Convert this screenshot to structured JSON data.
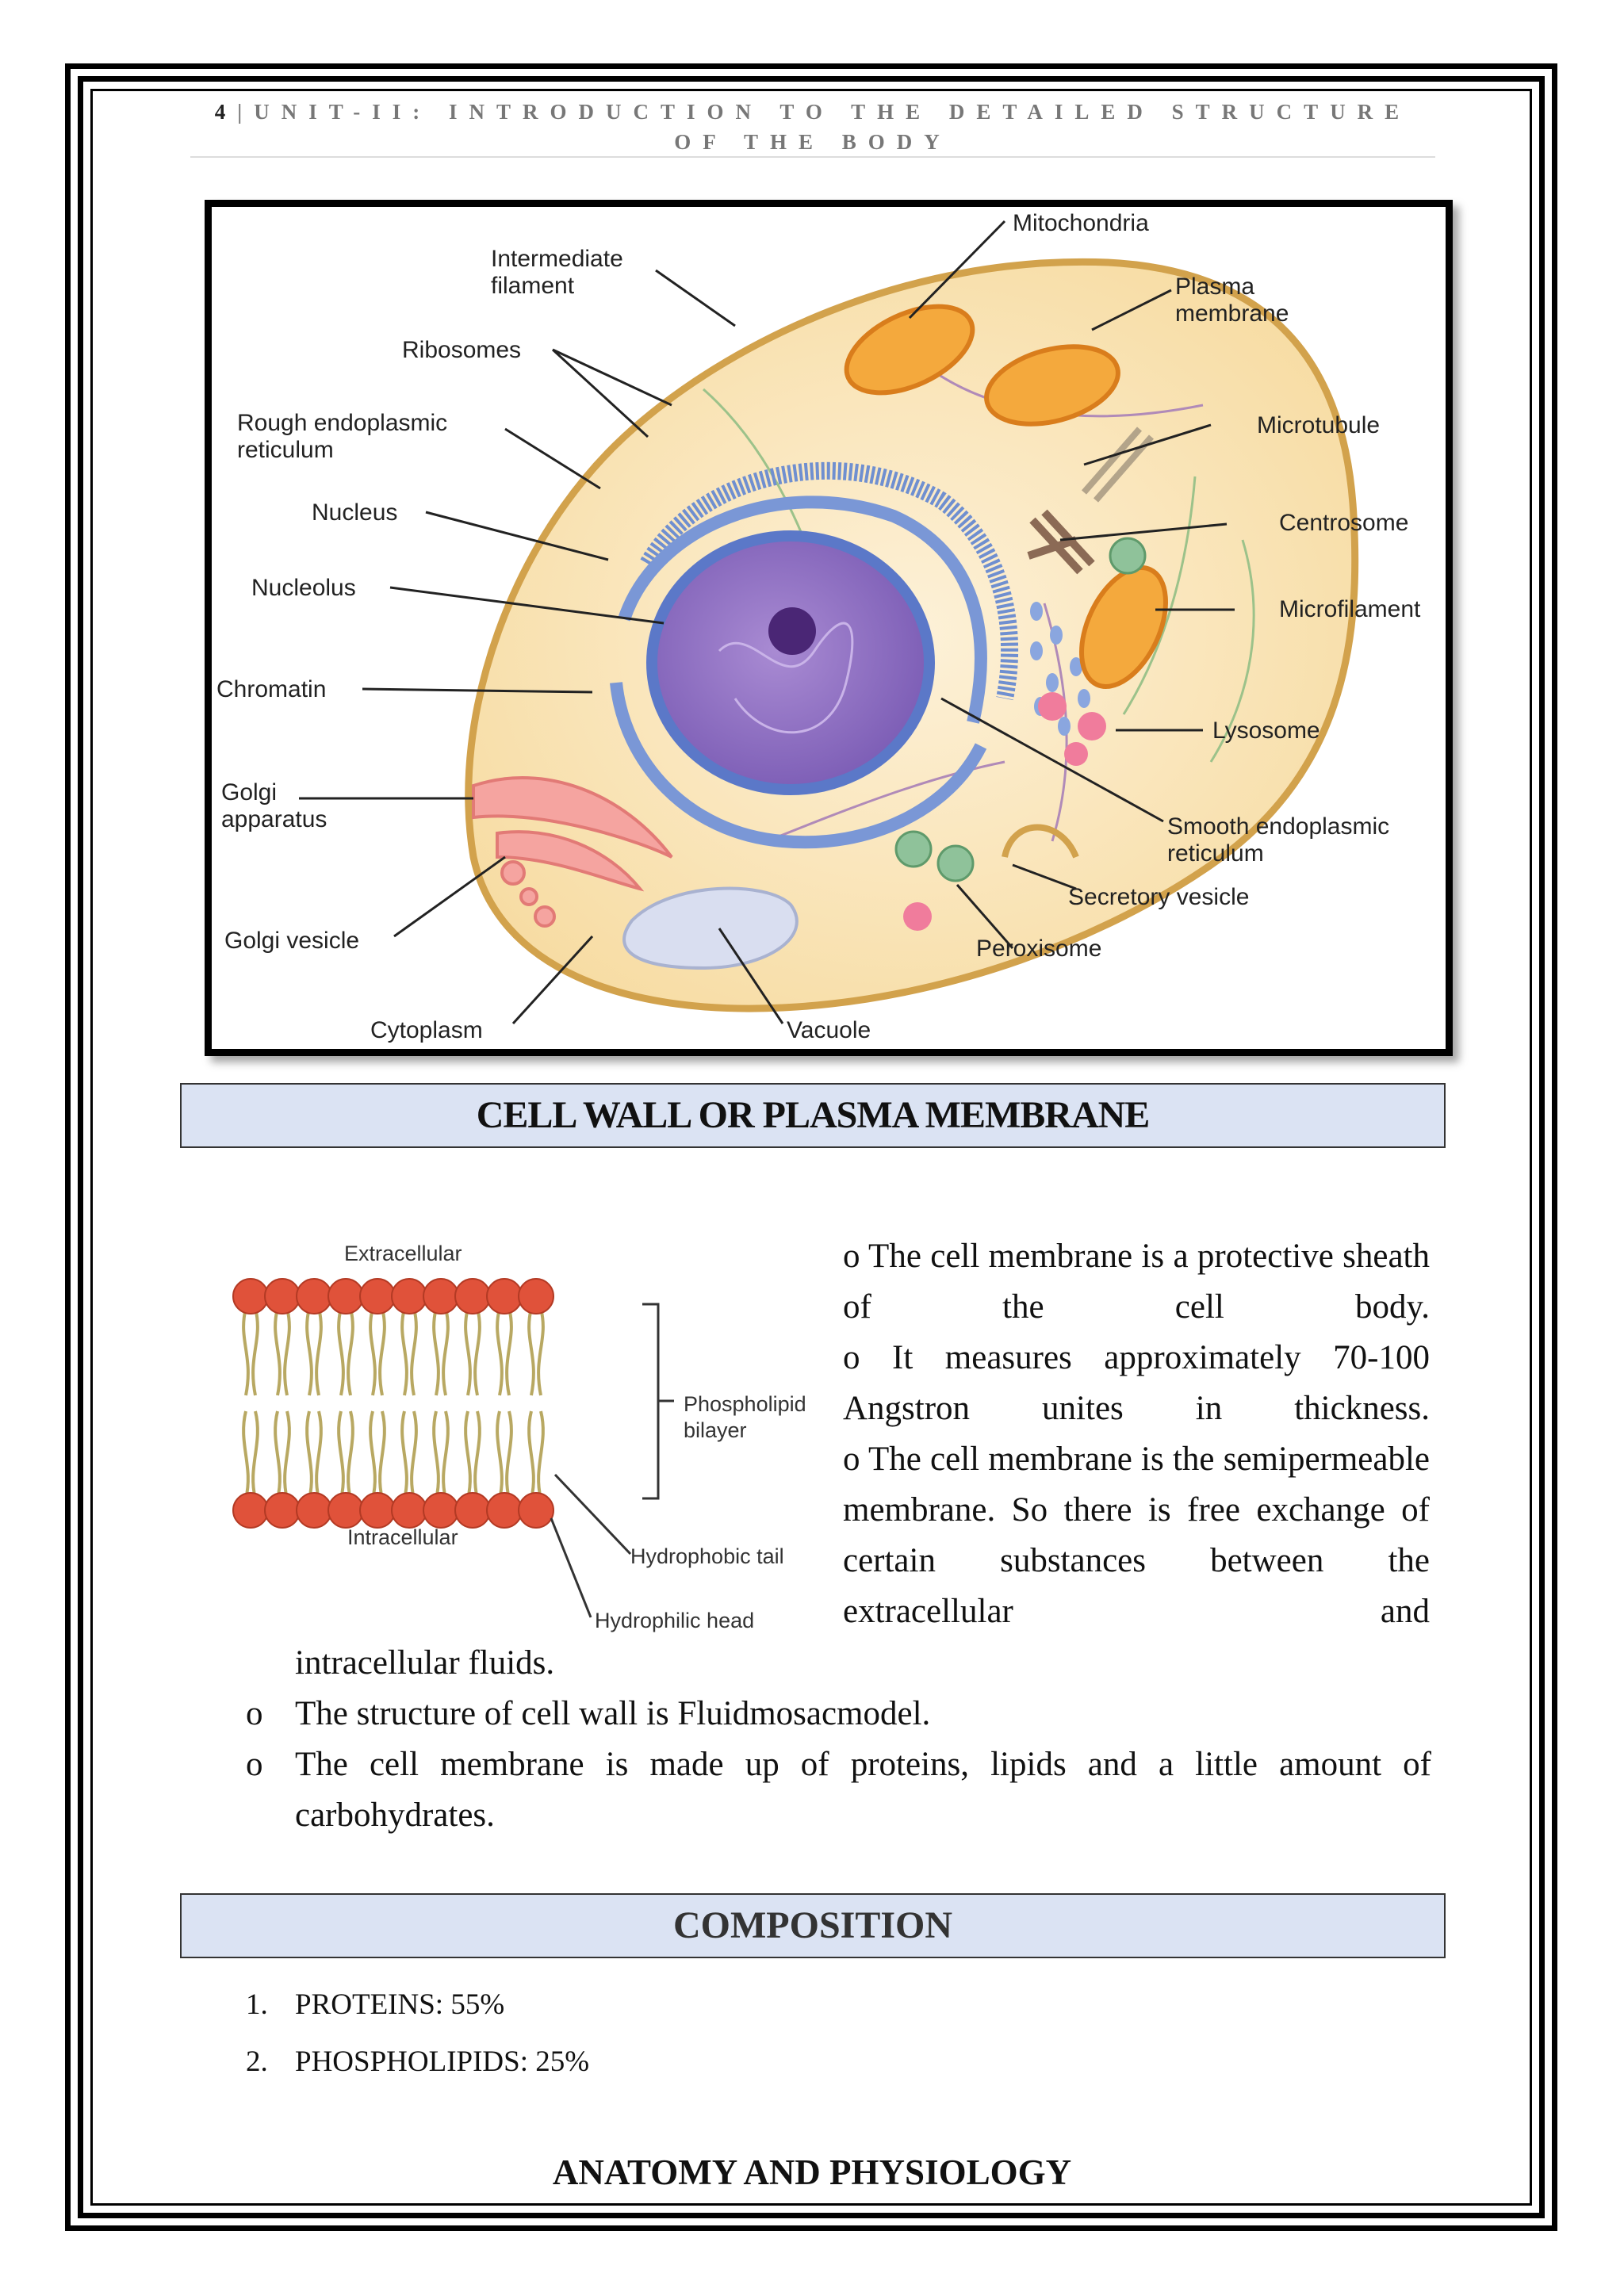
{
  "header": {
    "page_number": "4",
    "separator": "|",
    "title": "UNIT-II: INTRODUCTION TO THE DETAILED STRUCTURE OF THE BODY"
  },
  "cell_figure": {
    "labels": {
      "mitochondria": "Mitochondria",
      "intermediate_filament": "Intermediate filament",
      "plasma_membrane": "Plasma membrane",
      "ribosomes": "Ribosomes",
      "microtubule": "Microtubule",
      "rough_er": "Rough endoplasmic reticulum",
      "centrosome": "Centrosome",
      "nucleus": "Nucleus",
      "nucleolus": "Nucleolus",
      "microfilament": "Microfilament",
      "chromatin": "Chromatin",
      "lysosome": "Lysosome",
      "golgi_apparatus": "Golgi apparatus",
      "smooth_er": "Smooth endoplasmic reticulum",
      "secretory_vesicle": "Secretory vesicle",
      "golgi_vesicle": "Golgi vesicle",
      "peroxisome": "Peroxisome",
      "cytoplasm": "Cytoplasm",
      "vacuole": "Vacuole"
    }
  },
  "section1": {
    "title": "CELL WALL OR PLASMA MEMBRANE",
    "bilayer_labels": {
      "extracellular": "Extracellular",
      "intracellular": "Intracellular",
      "phospholipid_bilayer": "Phospholipid bilayer",
      "hydrophobic_tail": "Hydrophobic tail",
      "hydrophilic_head": "Hydrophilic head"
    },
    "wrapped_points": [
      "o  The cell membrane is a protective sheath of the cell body.",
      "o  It measures approximately 70-100 Angstron unites in thickness.",
      "o The cell membrane is the semipermeable membrane. So there is free exchange of certain substances between the extracellular and"
    ],
    "continuation": "intracellular fluids.",
    "bullet_marker": "o",
    "points": [
      "The structure of cell wall is Fluidmosacmodel.",
      "The cell membrane is made up of proteins, lipids and a little amount of carbohydrates."
    ]
  },
  "section2": {
    "title": "COMPOSITION",
    "items": [
      {
        "num": "1.",
        "text": "PROTEINS: 55%"
      },
      {
        "num": "2.",
        "text": "PHOSPHOLIPIDS: 25%"
      }
    ]
  },
  "footer": "ANATOMY AND PHYSIOLOGY"
}
